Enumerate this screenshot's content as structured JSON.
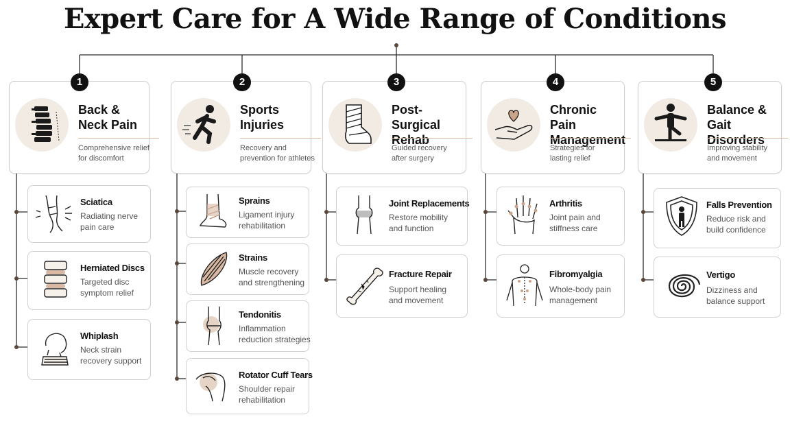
{
  "title": "Expert Care for A Wide Range of Conditions",
  "accent_color": "#d9b9a3",
  "icon_bg_color": "#f1ebe4",
  "categories": [
    {
      "number": "1",
      "title_line1": "Back &",
      "title_line2": "Neck Pain",
      "desc_line1": "Comprehensive relief",
      "desc_line2": "for discomfort",
      "icon": "spine-icon",
      "items": [
        {
          "title": "Sciatica",
          "desc_line1": "Radiating nerve",
          "desc_line2": "pain care",
          "icon": "leg-nerve-icon"
        },
        {
          "title": "Herniated Discs",
          "desc_line1": "Targeted disc",
          "desc_line2": "symptom relief",
          "icon": "vertebrae-icon"
        },
        {
          "title": "Whiplash",
          "desc_line1": "Neck strain",
          "desc_line2": "recovery support",
          "icon": "neck-collar-icon"
        }
      ]
    },
    {
      "number": "2",
      "title_line1": "Sports",
      "title_line2": "Injuries",
      "desc_line1": "Recovery and",
      "desc_line2": "prevention for athletes",
      "icon": "runner-icon",
      "items": [
        {
          "title": "Sprains",
          "desc_line1": "Ligament injury",
          "desc_line2": "rehabilitation",
          "icon": "ankle-wrap-icon"
        },
        {
          "title": "Strains",
          "desc_line1": "Muscle recovery",
          "desc_line2": "and strengthening",
          "icon": "muscle-icon"
        },
        {
          "title": "Tendonitis",
          "desc_line1": "Inflammation",
          "desc_line2": "reduction strategies",
          "icon": "knee-joint-icon"
        },
        {
          "title": "Rotator Cuff Tears",
          "desc_line1": "Shoulder repair",
          "desc_line2": "rehabilitation",
          "icon": "shoulder-icon"
        }
      ]
    },
    {
      "number": "3",
      "title_line1": "Post-Surgical",
      "title_line2": "Rehab",
      "desc_line1": "Guided recovery",
      "desc_line2": "after surgery",
      "icon": "leg-cast-icon",
      "items": [
        {
          "title": "Joint Replacements",
          "desc_line1": "Restore mobility",
          "desc_line2": "and function",
          "icon": "knee-implant-icon"
        },
        {
          "title": "Fracture Repair",
          "desc_line1": "Support healing",
          "desc_line2": "and movement",
          "icon": "broken-bone-icon"
        }
      ]
    },
    {
      "number": "4",
      "title_line1": "Chronic Pain",
      "title_line2": "Management",
      "desc_line1": "Strategies for",
      "desc_line2": "lasting relief",
      "icon": "heart-hand-icon",
      "items": [
        {
          "title": "Arthritis",
          "desc_line1": "Joint pain and",
          "desc_line2": "stiffness care",
          "icon": "hand-joints-icon"
        },
        {
          "title": "Fibromyalgia",
          "desc_line1": "Whole-body pain",
          "desc_line2": "management",
          "icon": "back-points-icon"
        }
      ]
    },
    {
      "number": "5",
      "title_line1": "Balance &",
      "title_line2": "Gait Disorders",
      "desc_line1": "Improving stability",
      "desc_line2": "and movement",
      "icon": "balance-figure-icon",
      "items": [
        {
          "title": "Falls Prevention",
          "desc_line1": "Reduce risk and",
          "desc_line2": "build confidence",
          "icon": "shield-person-icon"
        },
        {
          "title": "Vertigo",
          "desc_line1": "Dizziness and",
          "desc_line2": "balance support",
          "icon": "spiral-icon"
        }
      ]
    }
  ]
}
